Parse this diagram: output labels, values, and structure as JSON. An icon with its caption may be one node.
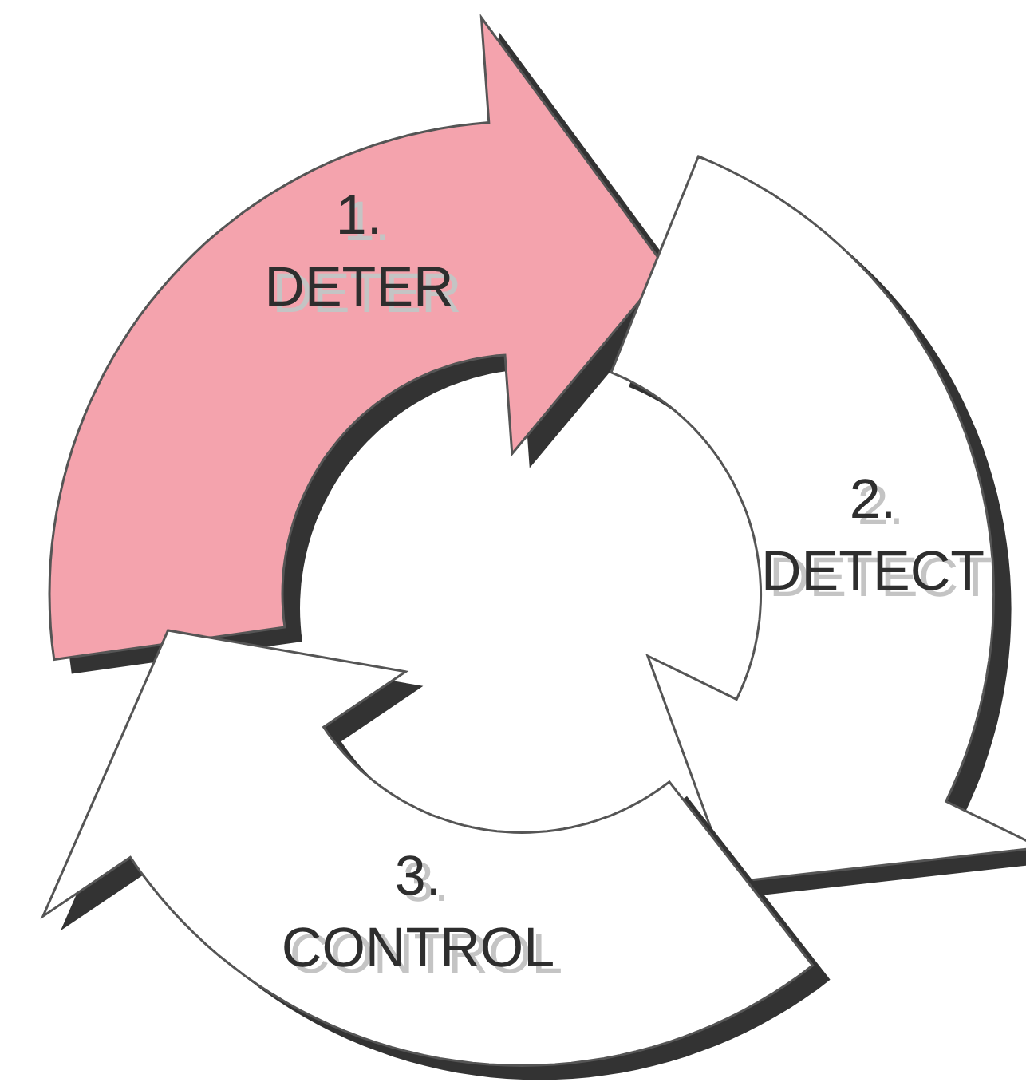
{
  "diagram": {
    "nodes": [
      {
        "text": [
          "1. DETER"
        ]
      },
      {
        "text": [
          "2. DETECT"
        ]
      },
      {
        "text": [
          "3. CONTROL"
        ]
      }
    ]
  }
}
